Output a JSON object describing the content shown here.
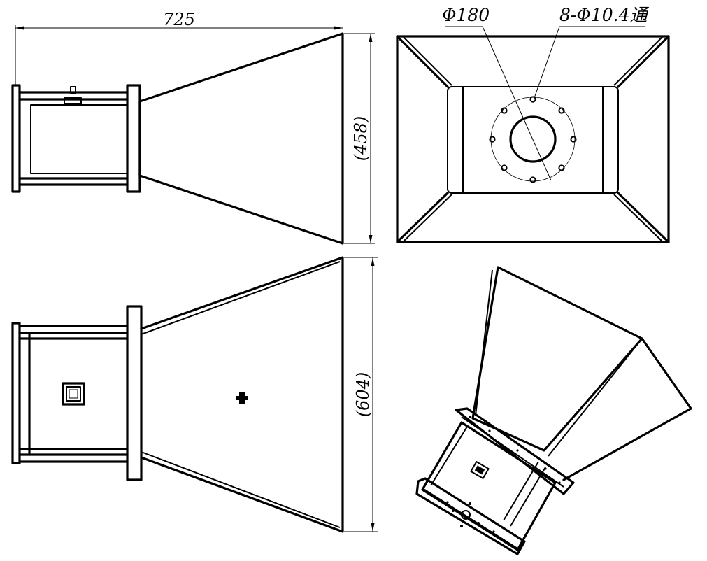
{
  "dimensions": {
    "length": "725",
    "height": "(458)",
    "width": "(604)",
    "bolt_circle": "Φ180",
    "holes": "8-Φ10.4通"
  },
  "views": {
    "front": "horn-front-view",
    "end": "horn-end-view",
    "top": "horn-top-view",
    "iso": "horn-isometric-view"
  }
}
